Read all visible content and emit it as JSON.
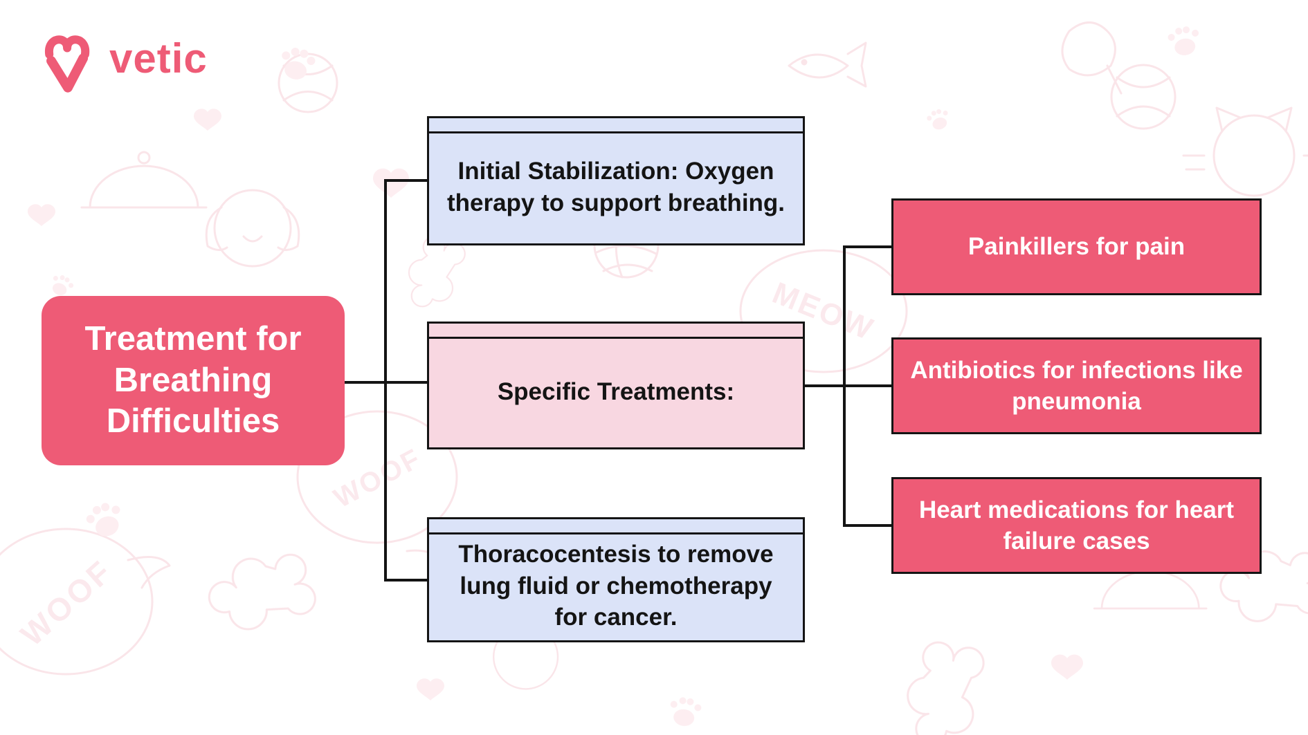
{
  "brand": {
    "name": "vetic",
    "logo_icon": "heart-v-icon",
    "brand_color": "#ee5b76"
  },
  "colors": {
    "node_red": "#ee5b76",
    "node_blue": "#dbe3f8",
    "node_pink": "#f8d7e1",
    "outline": "#141414",
    "connector": "#141414",
    "text_light": "#ffffff",
    "text_dark": "#141414"
  },
  "diagram": {
    "root": {
      "label": "Treatment for Breathing Difficulties"
    },
    "middle_nodes": [
      {
        "label": "Initial Stabilization: Oxygen therapy to support breathing.",
        "variant": "blue"
      },
      {
        "label": "Specific Treatments:",
        "variant": "pink"
      },
      {
        "label": "Thoracocentesis to remove lung fluid or chemotherapy for cancer.",
        "variant": "blue"
      }
    ],
    "leaf_nodes": [
      {
        "label": "Painkillers for pain"
      },
      {
        "label": "Antibiotics for infections like pneumonia"
      },
      {
        "label": "Heart medications for heart failure cases"
      }
    ]
  },
  "background_pattern": {
    "words": [
      "WOOF",
      "MEOW",
      "WOOF"
    ],
    "motifs": [
      "paw-print",
      "bone",
      "heart",
      "ball",
      "yarn-ball",
      "pet-food-cloche",
      "fish",
      "cat-face",
      "dog-face",
      "speech-bubble"
    ]
  }
}
